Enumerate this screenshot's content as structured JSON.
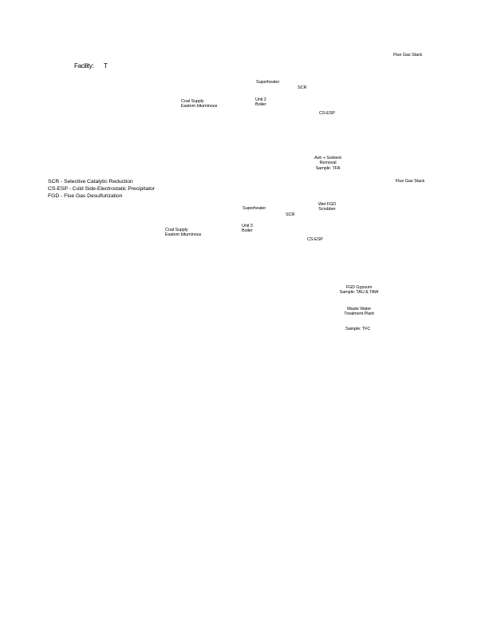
{
  "facility": {
    "label": "Facility:",
    "value": "T"
  },
  "unit2": {
    "stack": "Flue Gas Stack",
    "superheater": "Superheater",
    "scr": "SCR",
    "boiler_line1": "Unit 2",
    "boiler_line2": "Boiler",
    "coal_line1": "Coal Supply",
    "coal_line2": "Eastern bituminous",
    "esp": "CS-ESP",
    "ash_line1": "Ash + Sorbent",
    "ash_line2": "Removal",
    "ash_line3": "Sample: TFA"
  },
  "legend": {
    "scr": "SCR - Selective Catalytic Reduction",
    "esp": "CS-ESP - Cold Side-Electrostatic Precipitator",
    "fgd": "FGD  -  Flue Gas Desulfurization"
  },
  "unit3": {
    "stack": "Flue Gas Stack",
    "fgd_line1": "Wet FGD",
    "fgd_line2": "Scrubber",
    "superheater": "Superheater",
    "scr": "SCR",
    "boiler_line1": "Unit 3",
    "boiler_line2": "Boiler",
    "coal_line1": "Coal Supply",
    "coal_line2": "Eastern bituminous",
    "esp": "CS-ESP",
    "gypsum_line1": "FGD Gypsum",
    "gypsum_line2": "Sample: TAU & TAW",
    "wwtp_line1": "Waste Water",
    "wwtp_line2": "Treatment Plant",
    "wwtp_sample": "Sample: TFC"
  }
}
